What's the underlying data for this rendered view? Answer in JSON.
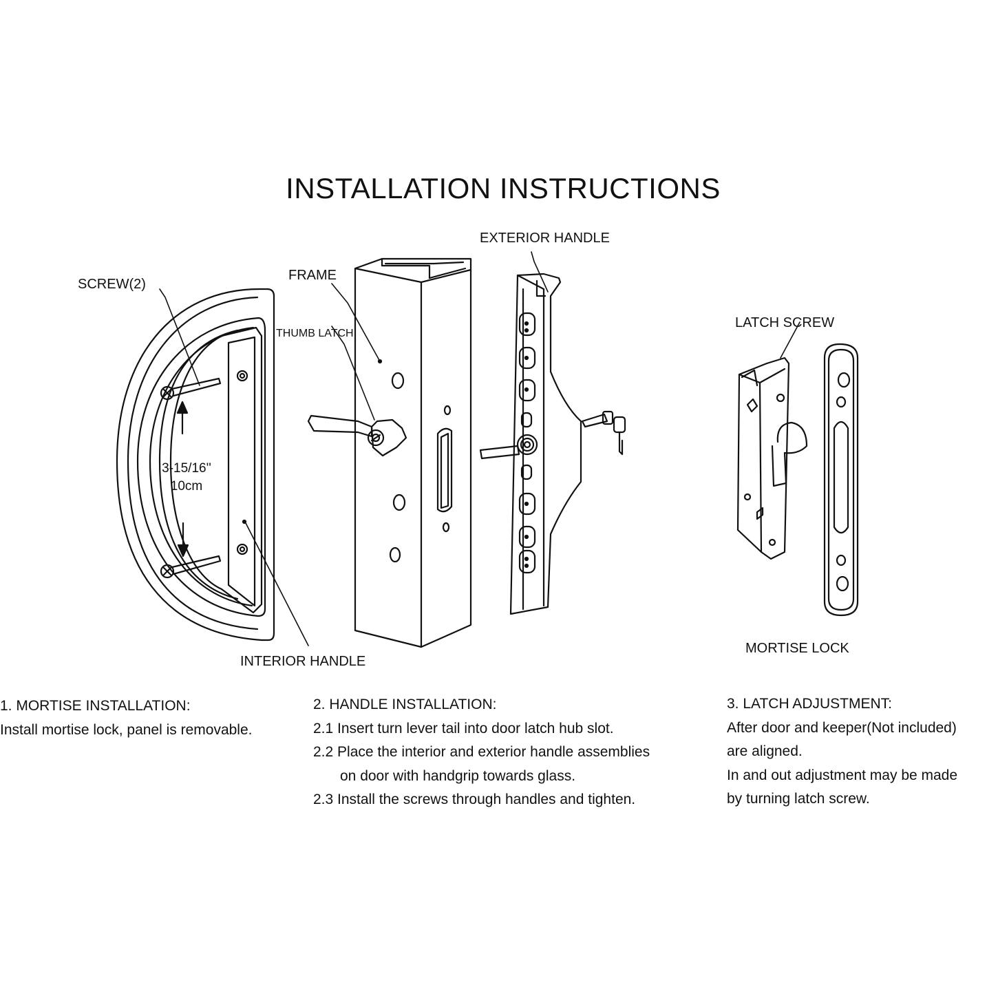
{
  "title": "INSTALLATION INSTRUCTIONS",
  "labels": {
    "screw": "SCREW(2)",
    "frame": "FRAME",
    "thumb_latch": "THUMB LATCH",
    "exterior_handle": "EXTERIOR HANDLE",
    "latch_screw": "LATCH SCREW",
    "dimension_in": "3-15/16''",
    "dimension_cm": "10cm",
    "interior_handle": "INTERIOR HANDLE",
    "mortise_lock": "MORTISE LOCK"
  },
  "steps": {
    "step1": {
      "heading": "1. MORTISE INSTALLATION:",
      "lines": [
        "Install mortise lock, panel is removable."
      ]
    },
    "step2": {
      "heading": "2. HANDLE INSTALLATION:",
      "lines": [
        "2.1 Insert turn lever tail into door latch hub slot.",
        "2.2 Place the interior and exterior handle assemblies",
        "on door with handgrip towards glass.",
        "2.3 Install the screws through handles and tighten."
      ]
    },
    "step3": {
      "heading": "3. LATCH ADJUSTMENT:",
      "lines": [
        "After door and keeper(Not included)",
        "are aligned.",
        "In and out adjustment may be made",
        "by turning latch screw."
      ]
    }
  },
  "icons": [
    "interior-handle-drawing",
    "frame-drawing",
    "thumb-latch-drawing",
    "exterior-handle-drawing",
    "key-drawing",
    "mortise-lock-drawing",
    "keeper-plate-drawing"
  ]
}
